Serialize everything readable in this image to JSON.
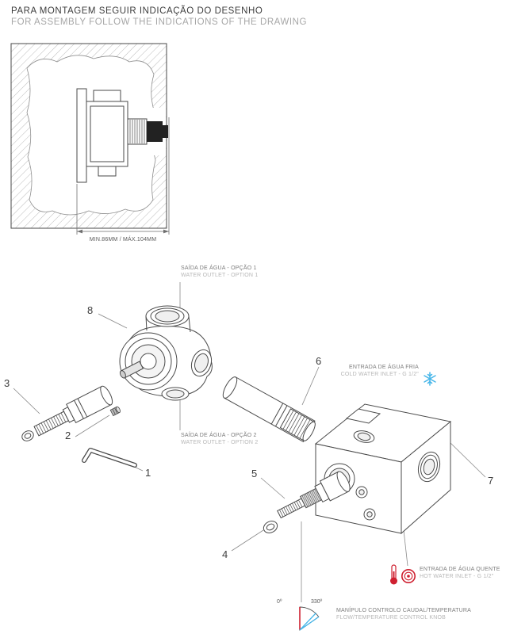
{
  "header": {
    "pt": "PARA MONTAGEM SEGUIR INDICAÇÃO DO DESENHO",
    "en": "FOR ASSEMBLY FOLLOW THE INDICATIONS OF THE DRAWING"
  },
  "wall_section": {
    "dimension": "MIN.86MM / MÁX.104MM"
  },
  "callouts": {
    "outlet1": {
      "pt": "SAÍDA DE ÁGUA - OPÇÃO 1",
      "en": "WATER OUTLET - OPTION 1"
    },
    "outlet2": {
      "pt": "SAÍDA DE ÁGUA - OPÇÃO 2",
      "en": "WATER OUTLET - OPTION 2"
    },
    "cold": {
      "pt": "ENTRADA DE ÁGUA FRIA",
      "en": "COLD WATER INLET - G 1/2\""
    },
    "hot": {
      "pt": "ENTRADA DE ÁGUA QUENTE",
      "en": "HOT WATER INLET - G 1/2\""
    },
    "knob": {
      "pt": "MANÍPULO CONTROLO CAUDAL/TEMPERATURA",
      "en": "FLOW/TEMPERATURE CONTROL KNOB"
    }
  },
  "parts": {
    "n1": "1",
    "n2": "2",
    "n3": "3",
    "n4": "4",
    "n5": "5",
    "n6": "6",
    "n7": "7",
    "n8": "8"
  },
  "rotation": {
    "min": "0º",
    "max": "330º"
  },
  "colors": {
    "cold_blue": "#45b5e8",
    "hot_red": "#cf2030",
    "line": "#4a4a4a"
  }
}
